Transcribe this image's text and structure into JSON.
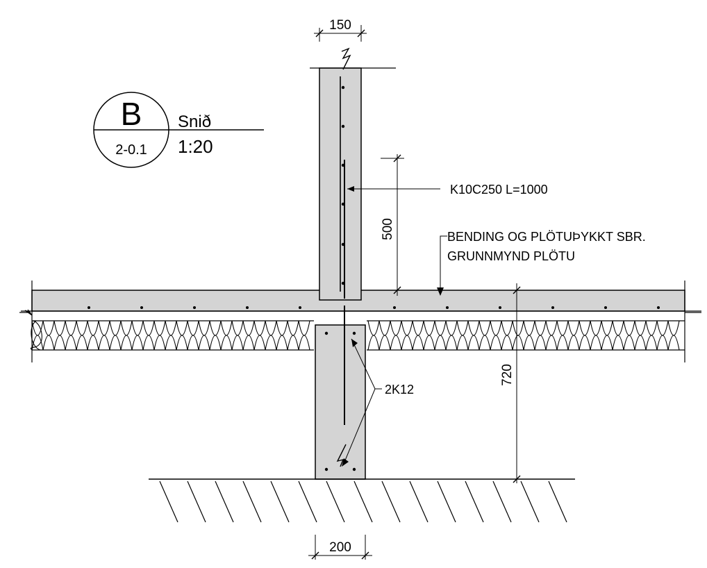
{
  "section": {
    "letter": "B",
    "sheet_ref": "2-0.1",
    "title": "Snið",
    "scale": "1:20"
  },
  "dimensions": {
    "wall_thickness": "150",
    "rebar_lap": "500",
    "foundation_height": "720",
    "footing_width": "200"
  },
  "annotations": {
    "rebar_wall": "K10C250 L=1000",
    "slab_note_line1": "BENDING OG PLÖTUÞYKKT SBR.",
    "slab_note_line2": "GRUNNMYND PLÖTU",
    "rebar_footing": "2K12"
  }
}
